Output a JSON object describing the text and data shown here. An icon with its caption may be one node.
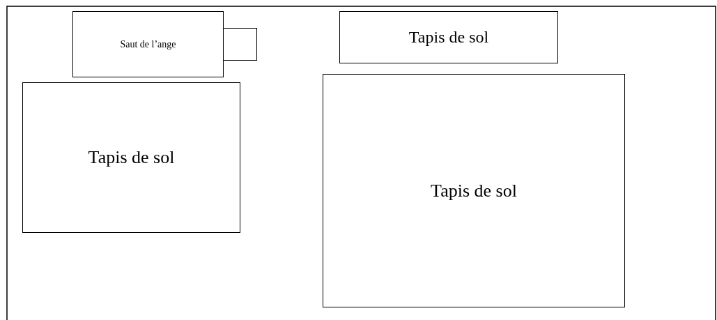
{
  "diagram": {
    "nodes": [
      {
        "text": [
          "Saut de l’ange"
        ]
      },
      {
        "text": [],
        "shape": "box"
      },
      {
        "text": [
          "Tapis de sol"
        ]
      },
      {
        "text": [
          "Tapis de sol"
        ]
      },
      {
        "text": [
          "Tapis de sol"
        ]
      }
    ],
    "edges": []
  }
}
